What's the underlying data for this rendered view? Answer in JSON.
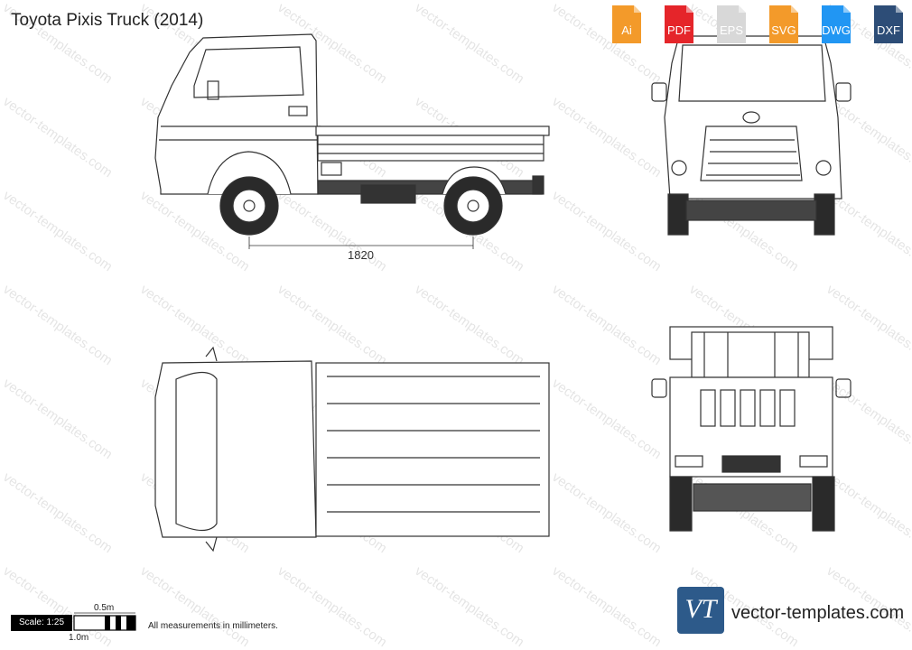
{
  "title": "Toyota Pixis Truck (2014)",
  "formats": [
    {
      "label": "Ai",
      "color": "#f39a2a",
      "icon": "ai-file-icon"
    },
    {
      "label": "PDF",
      "color": "#e5252a",
      "icon": "pdf-file-icon"
    },
    {
      "label": "EPS",
      "color": "#d8d8d8",
      "icon": "eps-file-icon"
    },
    {
      "label": "SVG",
      "color": "#f39a2a",
      "icon": "svg-file-icon"
    },
    {
      "label": "DWG",
      "color": "#2196f3",
      "icon": "dwg-file-icon"
    },
    {
      "label": "DXF",
      "color": "#2d4d77",
      "icon": "dxf-file-icon"
    }
  ],
  "dimension": "1820",
  "scale": {
    "label": "Scale: 1:25",
    "half": "0.5m",
    "full": "1.0m"
  },
  "note": "All measurements in millimeters.",
  "brand": {
    "logo": "VT",
    "site": "vector-templates.com"
  },
  "watermark": "vector-templates.com"
}
